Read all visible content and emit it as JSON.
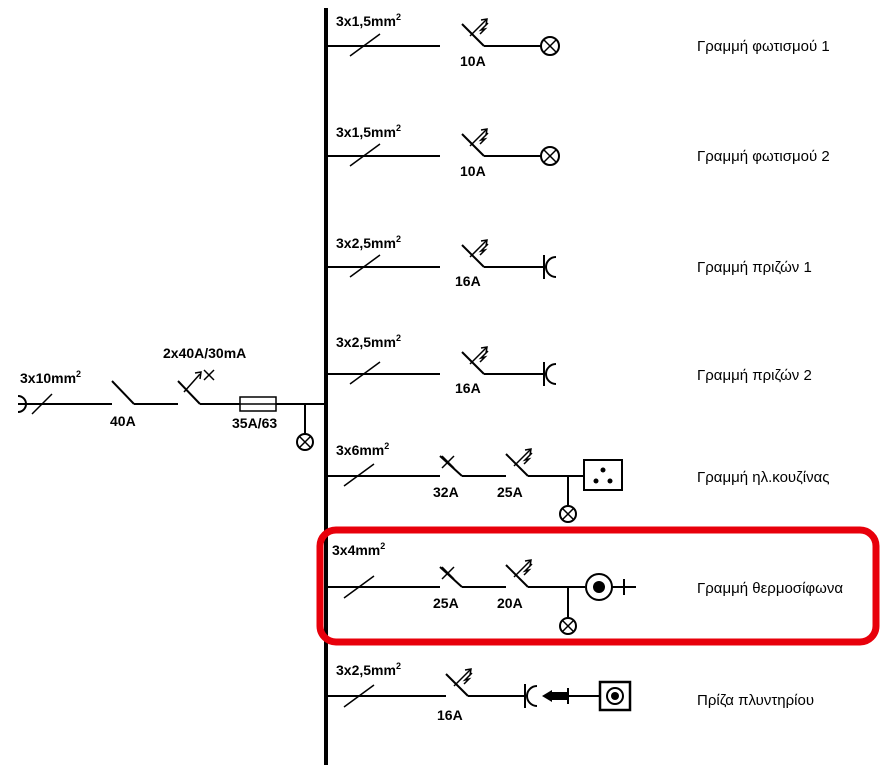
{
  "supply": {
    "cable": "3x10mm",
    "cable_sup": "2",
    "main_switch": "40A",
    "rcd": "2x40A/30mA",
    "fuse": "35A/63"
  },
  "circuits": [
    {
      "cable": "3x1,5mm",
      "sup": "2",
      "breaker": "10A",
      "name": "Γραμμή φωτισμού 1"
    },
    {
      "cable": "3x1,5mm",
      "sup": "2",
      "breaker": "10A",
      "name": "Γραμμή φωτισμού 2"
    },
    {
      "cable": "3x2,5mm",
      "sup": "2",
      "breaker": "16A",
      "name": "Γραμμή πριζών 1"
    },
    {
      "cable": "3x2,5mm",
      "sup": "2",
      "breaker": "16A",
      "name": "Γραμμή πριζών 2"
    },
    {
      "cable": "3x6mm",
      "sup": "2",
      "switch": "32A",
      "breaker": "25A",
      "name": "Γραμμή ηλ.κουζίνας"
    },
    {
      "cable": "3x4mm",
      "sup": "2",
      "switch": "25A",
      "breaker": "20A",
      "name": "Γραμμή θερμοσίφωνα"
    },
    {
      "cable": "3x2,5mm",
      "sup": "2",
      "breaker": "16A",
      "name": "Πρίζα πλυντηρίου"
    }
  ],
  "highlight": {
    "circuit_index": 5,
    "color": "#e8000b"
  }
}
